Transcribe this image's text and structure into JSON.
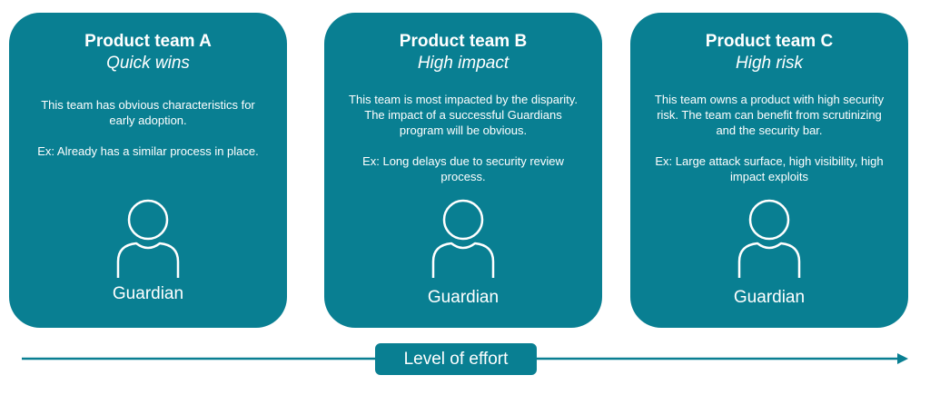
{
  "colors": {
    "card_background": "#097f92",
    "text": "#ffffff",
    "axis": "#097f92"
  },
  "cards": [
    {
      "title": "Product team A",
      "subtitle": "Quick wins",
      "description": "This team has obvious characteristics for early adoption.",
      "example": "Ex: Already has a similar process in place.",
      "icon": "person-icon",
      "role_label": "Guardian"
    },
    {
      "title": "Product team B",
      "subtitle": "High impact",
      "description": "This team is most impacted by the disparity. The impact of a successful Guardians program will be obvious.",
      "example": "Ex: Long delays due to security review process.",
      "icon": "person-icon",
      "role_label": "Guardian"
    },
    {
      "title": "Product team C",
      "subtitle": "High risk",
      "description": "This team owns a product with high security risk. The team can benefit from scrutinizing and the security bar.",
      "example": "Ex: Large attack surface, high visibility, high impact exploits",
      "icon": "person-icon",
      "role_label": "Guardian"
    }
  ],
  "axis": {
    "label": "Level of effort",
    "direction_icon": "arrow-right-icon"
  }
}
